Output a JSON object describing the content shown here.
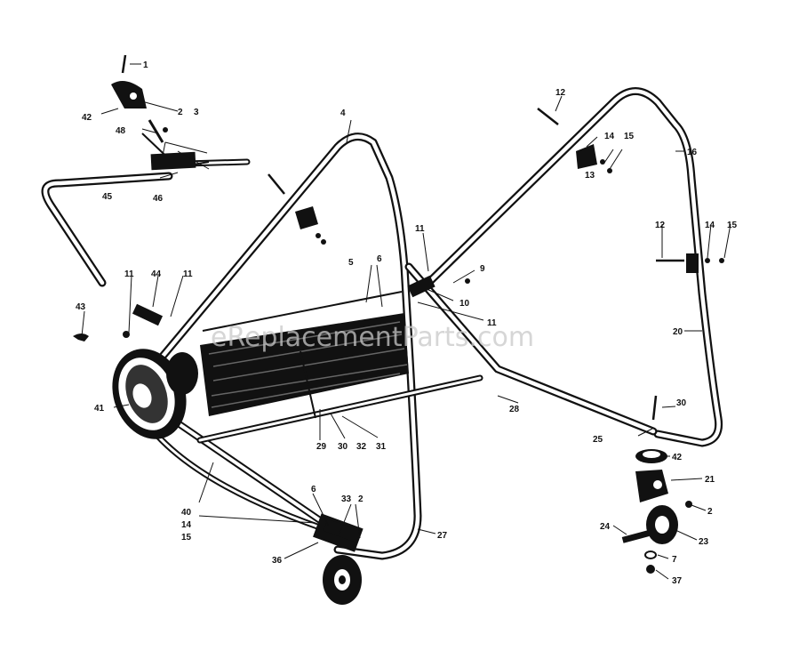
{
  "watermark": "eReplacementParts.com",
  "callouts": [
    {
      "id": "c1",
      "text": "1"
    },
    {
      "id": "c2",
      "text": "2"
    },
    {
      "id": "c3",
      "text": "3"
    },
    {
      "id": "c42a",
      "text": "42"
    },
    {
      "id": "c48",
      "text": "48"
    },
    {
      "id": "c45",
      "text": "45"
    },
    {
      "id": "c46",
      "text": "46"
    },
    {
      "id": "c4",
      "text": "4"
    },
    {
      "id": "c12a",
      "text": "12"
    },
    {
      "id": "c14a",
      "text": "14"
    },
    {
      "id": "c15a",
      "text": "15"
    },
    {
      "id": "c13",
      "text": "13"
    },
    {
      "id": "c16",
      "text": "16"
    },
    {
      "id": "c11a",
      "text": "11"
    },
    {
      "id": "c44",
      "text": "44"
    },
    {
      "id": "c11b",
      "text": "11"
    },
    {
      "id": "c43",
      "text": "43"
    },
    {
      "id": "c5",
      "text": "5"
    },
    {
      "id": "c6a",
      "text": "6"
    },
    {
      "id": "c11c",
      "text": "11"
    },
    {
      "id": "c9",
      "text": "9"
    },
    {
      "id": "c10",
      "text": "10"
    },
    {
      "id": "c11d",
      "text": "11"
    },
    {
      "id": "c12b",
      "text": "12"
    },
    {
      "id": "c14b",
      "text": "14"
    },
    {
      "id": "c15b",
      "text": "15"
    },
    {
      "id": "c20",
      "text": "20"
    },
    {
      "id": "c41",
      "text": "41"
    },
    {
      "id": "c29",
      "text": "29"
    },
    {
      "id": "c30a",
      "text": "30"
    },
    {
      "id": "c32",
      "text": "32"
    },
    {
      "id": "c31",
      "text": "31"
    },
    {
      "id": "c28",
      "text": "28"
    },
    {
      "id": "c30b",
      "text": "30"
    },
    {
      "id": "c25",
      "text": "25"
    },
    {
      "id": "c42b",
      "text": "42"
    },
    {
      "id": "c21",
      "text": "21"
    },
    {
      "id": "c2b",
      "text": "2"
    },
    {
      "id": "c23",
      "text": "23"
    },
    {
      "id": "c24",
      "text": "24"
    },
    {
      "id": "c7",
      "text": "7"
    },
    {
      "id": "c37",
      "text": "37"
    },
    {
      "id": "c40",
      "text": "40"
    },
    {
      "id": "c14c",
      "text": "14"
    },
    {
      "id": "c15c",
      "text": "15"
    },
    {
      "id": "c6b",
      "text": "6"
    },
    {
      "id": "c33",
      "text": "33"
    },
    {
      "id": "c2c",
      "text": "2"
    },
    {
      "id": "c27",
      "text": "27"
    },
    {
      "id": "c36",
      "text": "36"
    }
  ]
}
